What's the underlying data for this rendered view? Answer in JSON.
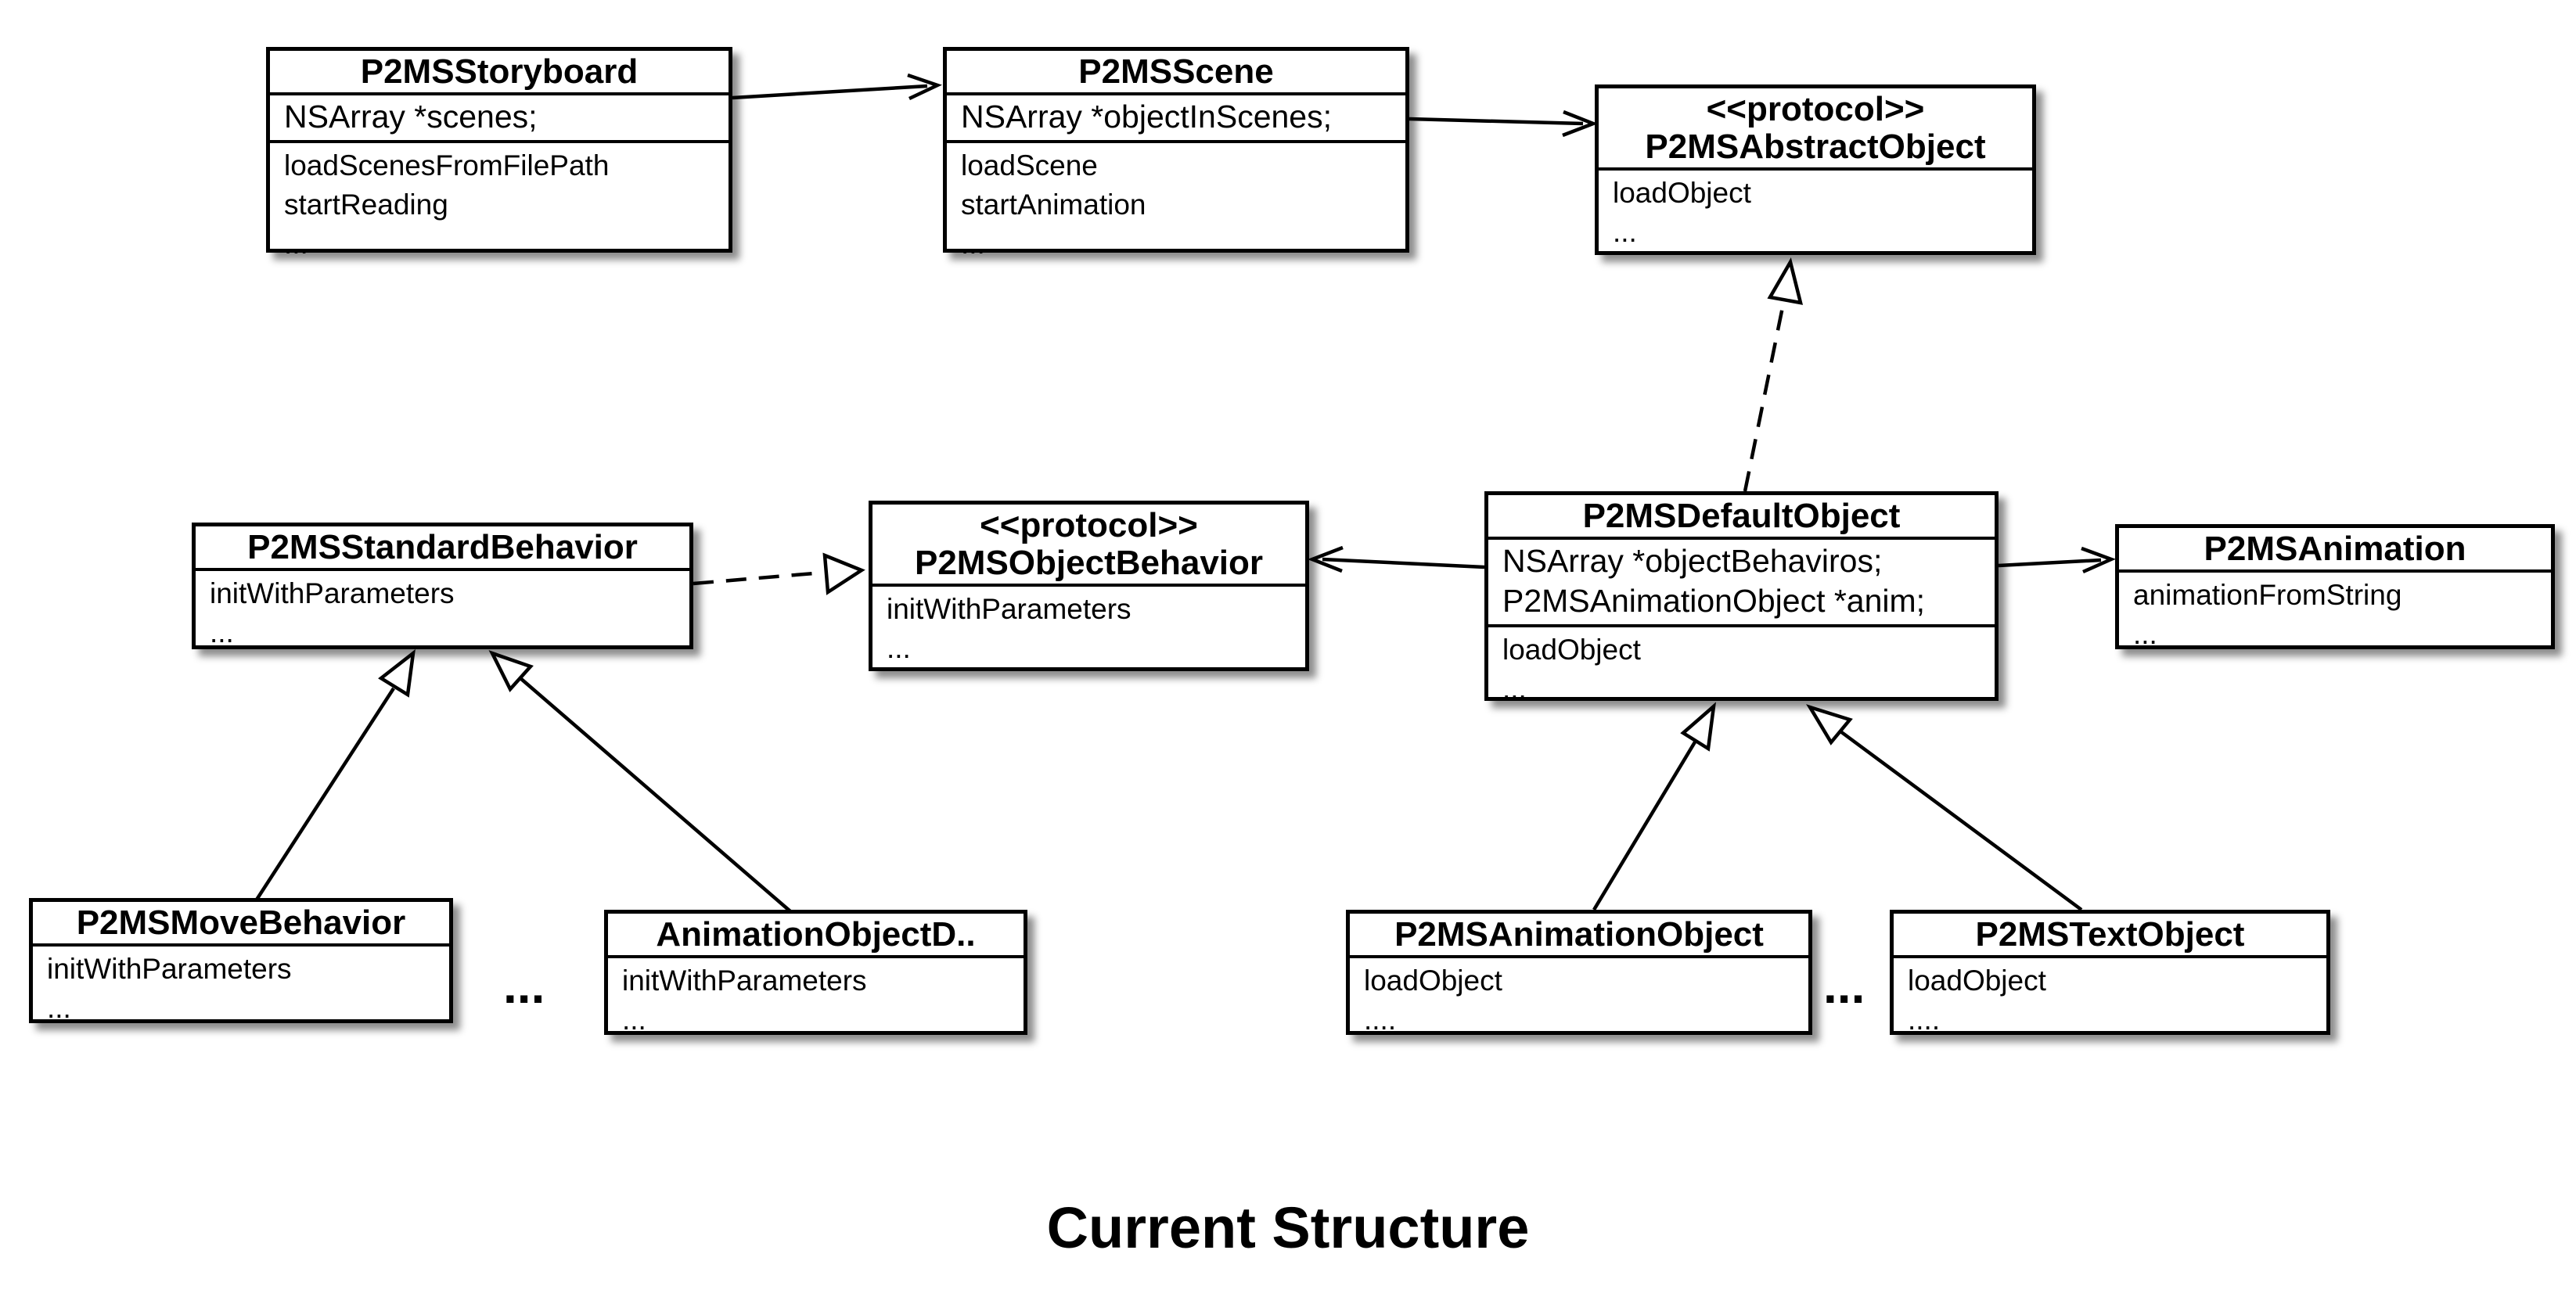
{
  "classes": {
    "storyboard": {
      "name": "P2MSStoryboard",
      "attributes": [
        "NSArray *scenes;"
      ],
      "operations": [
        "loadScenesFromFilePath",
        "startReading",
        "..."
      ]
    },
    "scene": {
      "name": "P2MSScene",
      "attributes": [
        "NSArray *objectInScenes;"
      ],
      "operations": [
        "loadScene",
        "startAnimation",
        "..."
      ]
    },
    "abstract_object": {
      "stereotype": "<<protocol>>",
      "name": "P2MSAbstractObject",
      "operations": [
        "loadObject",
        "..."
      ]
    },
    "standard_behavior": {
      "name": "P2MSStandardBehavior",
      "operations": [
        "initWithParameters",
        "..."
      ]
    },
    "object_behavior": {
      "stereotype": "<<protocol>>",
      "name": "P2MSObjectBehavior",
      "operations": [
        "initWithParameters",
        "..."
      ]
    },
    "default_object": {
      "name": "P2MSDefaultObject",
      "attributes": [
        "NSArray *objectBehaviros;",
        "P2MSAnimationObject *anim;"
      ],
      "operations": [
        "loadObject",
        "..."
      ]
    },
    "animation": {
      "name": "P2MSAnimation",
      "operations": [
        "animationFromString",
        "..."
      ]
    },
    "move_behavior": {
      "name": "P2MSMoveBehavior",
      "operations": [
        "initWithParameters",
        "..."
      ]
    },
    "animation_object_d": {
      "name": "AnimationObjectD..",
      "operations": [
        "initWithParameters",
        "..."
      ]
    },
    "animation_object": {
      "name": "P2MSAnimationObject",
      "operations": [
        "loadObject",
        "...."
      ]
    },
    "text_object": {
      "name": "P2MSTextObject",
      "operations": [
        "loadObject",
        "...."
      ]
    }
  },
  "separators": {
    "behaviors_more": "...",
    "objects_more": "..."
  },
  "relationships": [
    {
      "from": "P2MSStoryboard",
      "to": "P2MSScene",
      "kind": "association"
    },
    {
      "from": "P2MSScene",
      "to": "P2MSAbstractObject",
      "kind": "association"
    },
    {
      "from": "P2MSDefaultObject",
      "to": "P2MSAbstractObject",
      "kind": "realization"
    },
    {
      "from": "P2MSDefaultObject",
      "to": "P2MSObjectBehavior",
      "kind": "association"
    },
    {
      "from": "P2MSDefaultObject",
      "to": "P2MSAnimation",
      "kind": "association"
    },
    {
      "from": "P2MSStandardBehavior",
      "to": "P2MSObjectBehavior",
      "kind": "realization"
    },
    {
      "from": "P2MSMoveBehavior",
      "to": "P2MSStandardBehavior",
      "kind": "generalization"
    },
    {
      "from": "AnimationObjectD..",
      "to": "P2MSStandardBehavior",
      "kind": "generalization"
    },
    {
      "from": "P2MSAnimationObject",
      "to": "P2MSDefaultObject",
      "kind": "generalization"
    },
    {
      "from": "P2MSTextObject",
      "to": "P2MSDefaultObject",
      "kind": "generalization"
    }
  ],
  "caption": "Current Structure"
}
